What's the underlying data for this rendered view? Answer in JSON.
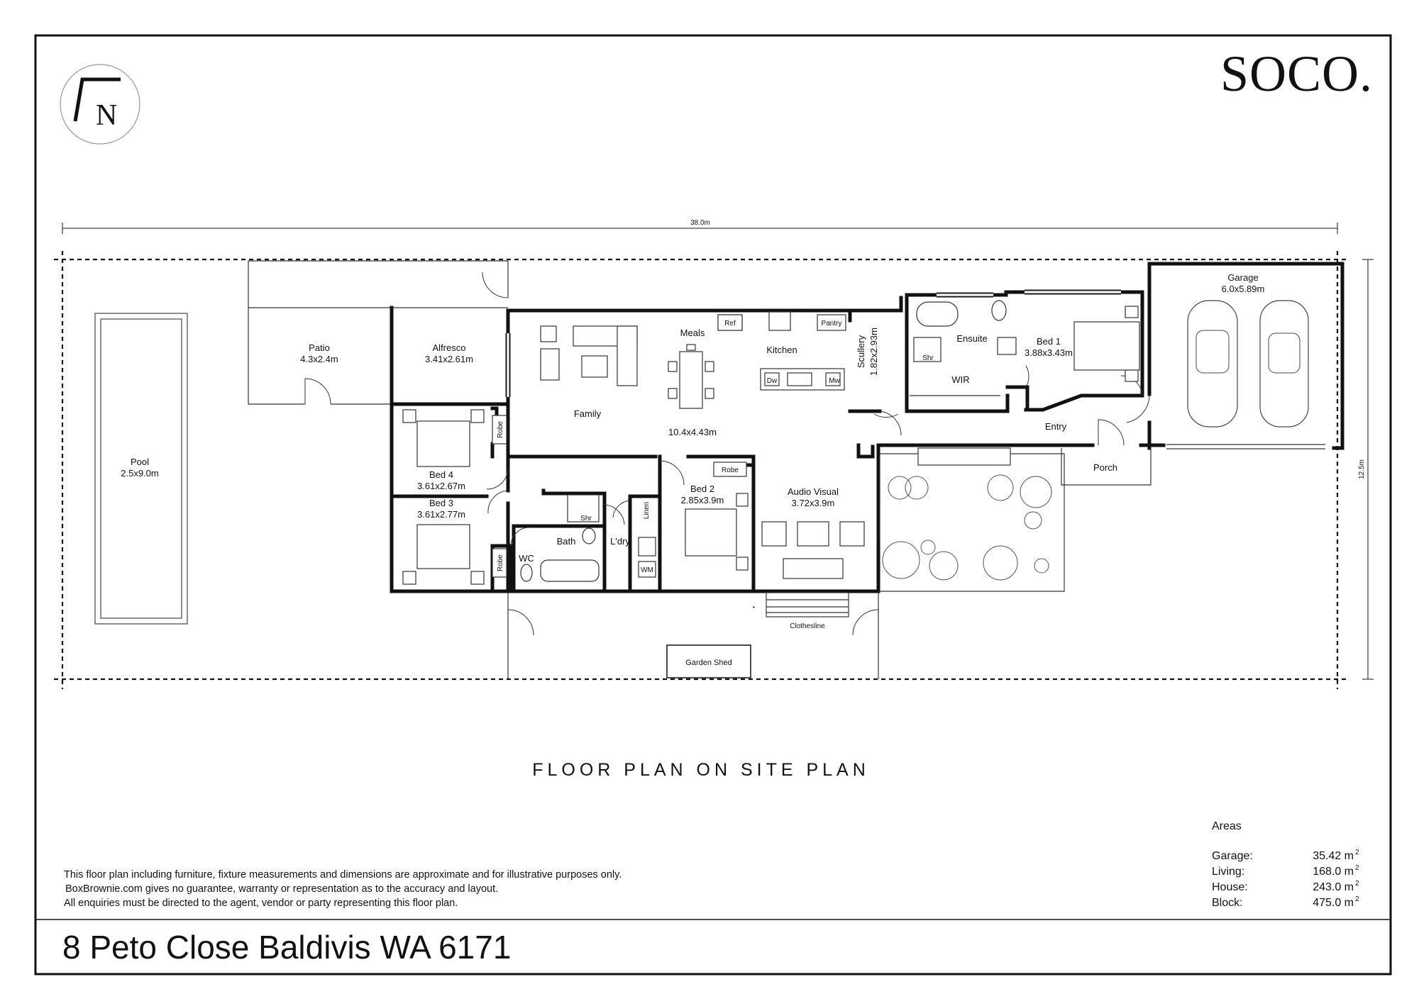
{
  "brand": {
    "logo": "SOCO."
  },
  "compass": {
    "letter": "N"
  },
  "dimensions": {
    "width": "38.0m",
    "depth": "12.5m"
  },
  "rooms": {
    "pool": {
      "name": "Pool",
      "size": "2.5x9.0m"
    },
    "patio": {
      "name": "Patio",
      "size": "4.3x2.4m"
    },
    "alfresco": {
      "name": "Alfresco",
      "size": "3.41x2.61m"
    },
    "family": {
      "name": "Family"
    },
    "meals": {
      "name": "Meals"
    },
    "living_size": "10.4x4.43m",
    "kitchen": {
      "name": "Kitchen"
    },
    "scullery": {
      "name": "Scullery",
      "size": "1.82x2.93m"
    },
    "ensuite": {
      "name": "Ensuite"
    },
    "wir": {
      "name": "WIR"
    },
    "bed1": {
      "name": "Bed 1",
      "size": "3.88x3.43m"
    },
    "garage": {
      "name": "Garage",
      "size": "6.0x5.89m"
    },
    "entry": {
      "name": "Entry"
    },
    "porch": {
      "name": "Porch"
    },
    "bed4": {
      "name": "Bed 4",
      "size": "3.61x2.67m"
    },
    "bed3": {
      "name": "Bed 3",
      "size": "3.61x2.77m"
    },
    "bed2": {
      "name": "Bed 2",
      "size": "2.85x3.9m"
    },
    "audio_visual": {
      "name": "Audio Visual",
      "size": "3.72x3.9m"
    },
    "bath": {
      "name": "Bath"
    },
    "laundry": {
      "name": "L'dry"
    },
    "wc": {
      "name": "WC"
    },
    "linen": {
      "name": "Linen"
    },
    "clothesline": {
      "name": "Clothesline"
    },
    "garden_shed": {
      "name": "Garden Shed"
    }
  },
  "fixtures": {
    "ref": "Ref",
    "pantry": "Pantry",
    "dw": "Dw",
    "mw": "Mw",
    "robe": "Robe",
    "shr": "Shr",
    "wm": "WM"
  },
  "plan_title": "FLOOR PLAN ON SITE PLAN",
  "disclaimer": [
    "This floor plan including furniture, fixture measurements and dimensions are approximate and for illustrative purposes only.",
    "BoxBrownie.com gives no guarantee, warranty or representation as to the accuracy and layout.",
    "All enquiries must be directed to the agent, vendor or party representing this floor plan."
  ],
  "areas": {
    "heading": "Areas",
    "rows": [
      {
        "label": "Garage:",
        "value": "35.42 m",
        "sup": "2"
      },
      {
        "label": "Living:",
        "value": "168.0 m",
        "sup": "2"
      },
      {
        "label": "House:",
        "value": "243.0 m",
        "sup": "2"
      },
      {
        "label": "Block:",
        "value": "475.0 m",
        "sup": "2"
      }
    ]
  },
  "address": "8 Peto Close Baldivis WA 6171"
}
